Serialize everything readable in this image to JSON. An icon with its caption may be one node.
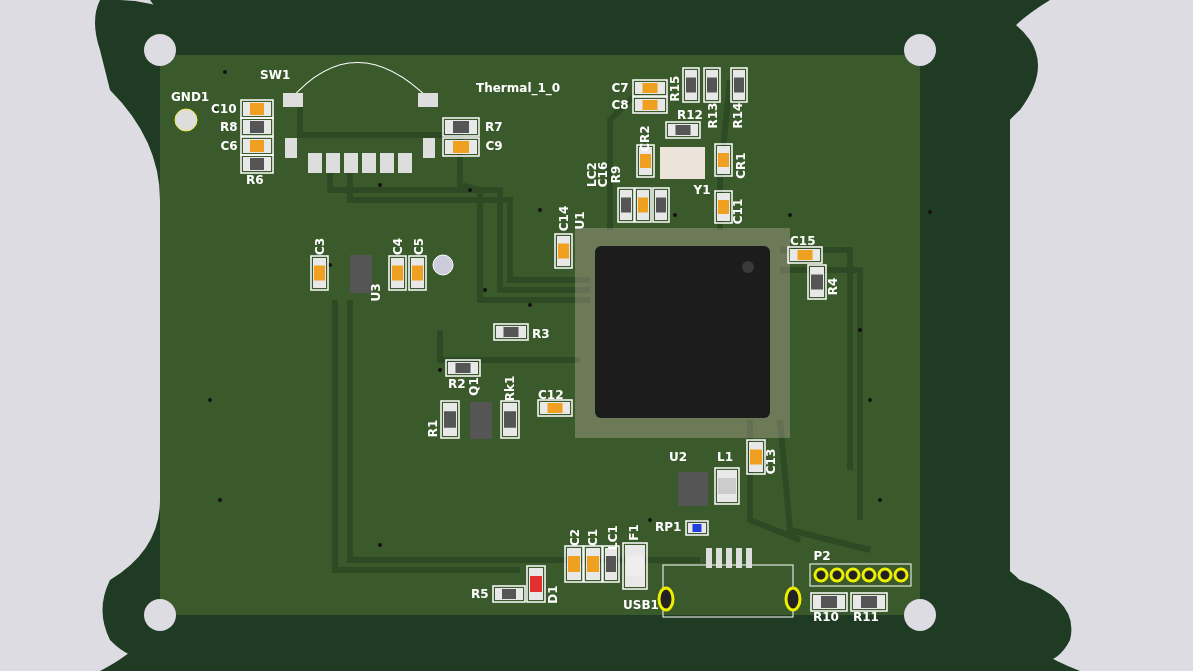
{
  "diagram": {
    "labels": [
      "SW1",
      "Thermal_1_0",
      "C7",
      "R15",
      "R13",
      "R14",
      "GND1",
      "C10",
      "C8",
      "R8",
      "R7",
      "R12",
      "C6",
      "C9",
      "CR2",
      "R6",
      "LC2",
      "C16",
      "R9",
      "CR1",
      "Y1",
      "C14",
      "U1",
      "C11",
      "C15",
      "C3",
      "C4",
      "C5",
      "U3",
      "R4",
      "R3",
      "R2",
      "Q1",
      "Rk1",
      "C12",
      "R1",
      "C13",
      "U2",
      "L1",
      "RP1",
      "C2",
      "C1",
      "LC1",
      "F1",
      "P2",
      "R5",
      "D1",
      "USB1",
      "R10",
      "R11"
    ]
  }
}
